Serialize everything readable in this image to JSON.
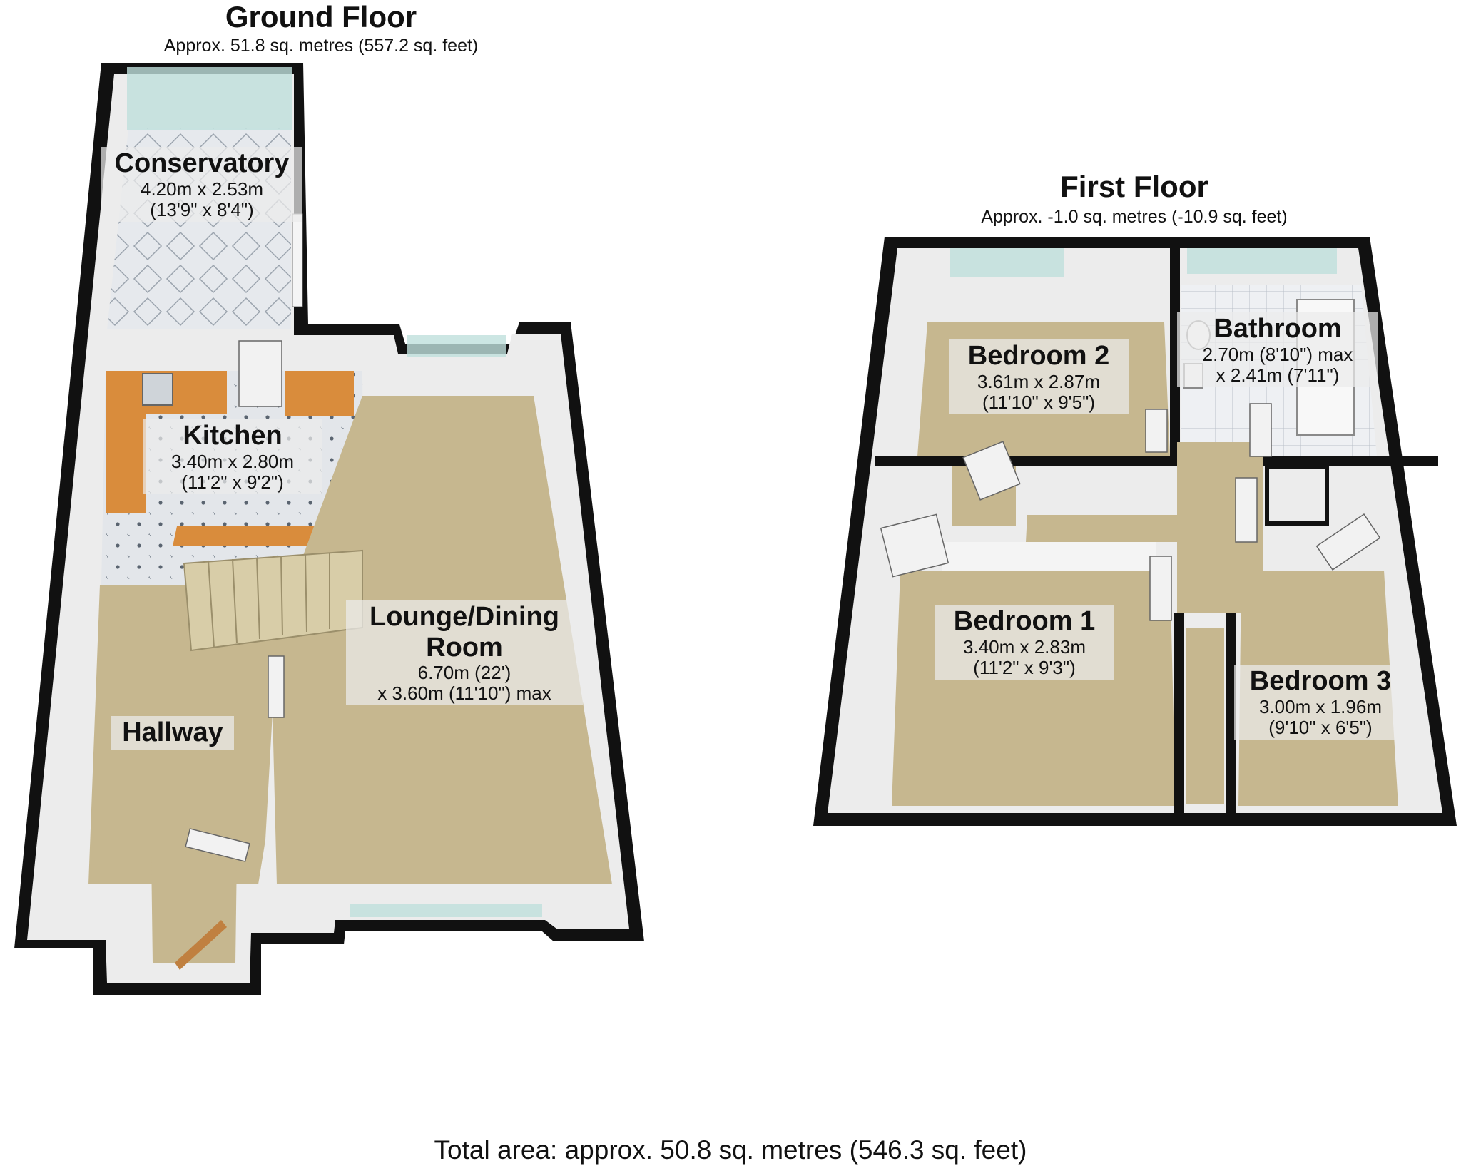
{
  "ground_floor": {
    "title": "Ground Floor",
    "area": "Approx. 51.8 sq. metres (557.2 sq. feet)",
    "rooms": {
      "conservatory": {
        "name": "Conservatory",
        "line1": "4.20m x 2.53m",
        "line2": "(13'9\" x 8'4\")"
      },
      "kitchen": {
        "name": "Kitchen",
        "line1": "3.40m x 2.80m",
        "line2": "(11'2\" x 9'2\")"
      },
      "lounge": {
        "name": "Lounge/Dining",
        "name2": "Room",
        "line1": "6.70m (22')",
        "line2": "x 3.60m (11'10\") max"
      },
      "hallway": {
        "name": "Hallway"
      }
    }
  },
  "first_floor": {
    "title": "First Floor",
    "area": "Approx. -1.0 sq. metres (-10.9 sq. feet)",
    "rooms": {
      "bedroom2": {
        "name": "Bedroom 2",
        "line1": "3.61m x 2.87m",
        "line2": "(11'10\" x 9'5\")"
      },
      "bathroom": {
        "name": "Bathroom",
        "line1": "2.70m (8'10\") max",
        "line2": "x 2.41m (7'11\")"
      },
      "bedroom1": {
        "name": "Bedroom 1",
        "line1": "3.40m x 2.83m",
        "line2": "(11'2\" x 9'3\")"
      },
      "bedroom3": {
        "name": "Bedroom 3",
        "line1": "3.00m x 1.96m",
        "line2": "(9'10\" x 6'5\")"
      }
    }
  },
  "total_area": "Total area: approx. 50.8 sq. metres (546.3 sq. feet)",
  "colors": {
    "carpet": "#c6b78f",
    "wall": "#111111",
    "wall_inner": "#ececec",
    "tile": "#dfe2e6",
    "kitchen_unit": "#d98c3c",
    "glass": "#bfe0dc",
    "door": "#f2f2f2"
  }
}
